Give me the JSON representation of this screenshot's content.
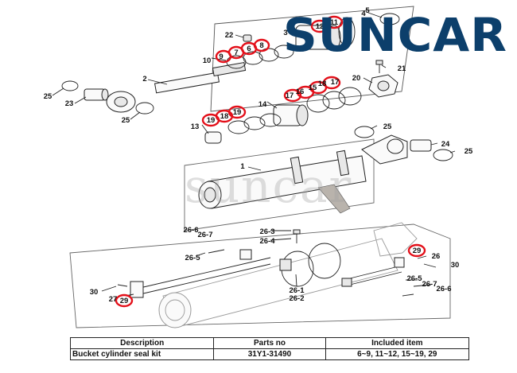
{
  "brand": {
    "name": "SUNCAR",
    "watermark": "suncar"
  },
  "colors": {
    "brand": "#0c3f6b",
    "highlight": "#e3101a",
    "line": "#222222"
  },
  "callouts": {
    "c1": "1",
    "c2": "2",
    "c3": "3",
    "c4": "4",
    "c5": "5",
    "c6": "6",
    "c7": "7",
    "c8": "8",
    "c9": "9",
    "c10": "10",
    "c11": "11",
    "c12": "12",
    "c13": "13",
    "c14": "14",
    "c15": "15",
    "c16": "16",
    "c17a": "17",
    "c17b": "17",
    "c18a": "18",
    "c18b": "18",
    "c19": "19",
    "c20": "20",
    "c21": "21",
    "c22": "22",
    "c23": "23",
    "c24": "24",
    "c25a": "25",
    "c25b": "25",
    "c25c": "25",
    "c25d": "25",
    "c26": "26",
    "c26_1": "26-1",
    "c26_2": "26-2",
    "c26_3": "26-3",
    "c26_4": "26-4",
    "c26_5a": "26-5",
    "c26_5b": "26-5",
    "c26_6a": "26-6",
    "c26_6b": "26-6",
    "c26_7a": "26-7",
    "c26_7b": "26-7",
    "c27": "27",
    "c29a": "29",
    "c29b": "29",
    "c30a": "30",
    "c30b": "30"
  },
  "kit_table": {
    "headers": [
      "Description",
      "Parts no",
      "Included item"
    ],
    "row": [
      "Bucket cylinder seal kit",
      "31Y1-31490",
      "6~9, 11~12, 15~19, 29"
    ]
  }
}
